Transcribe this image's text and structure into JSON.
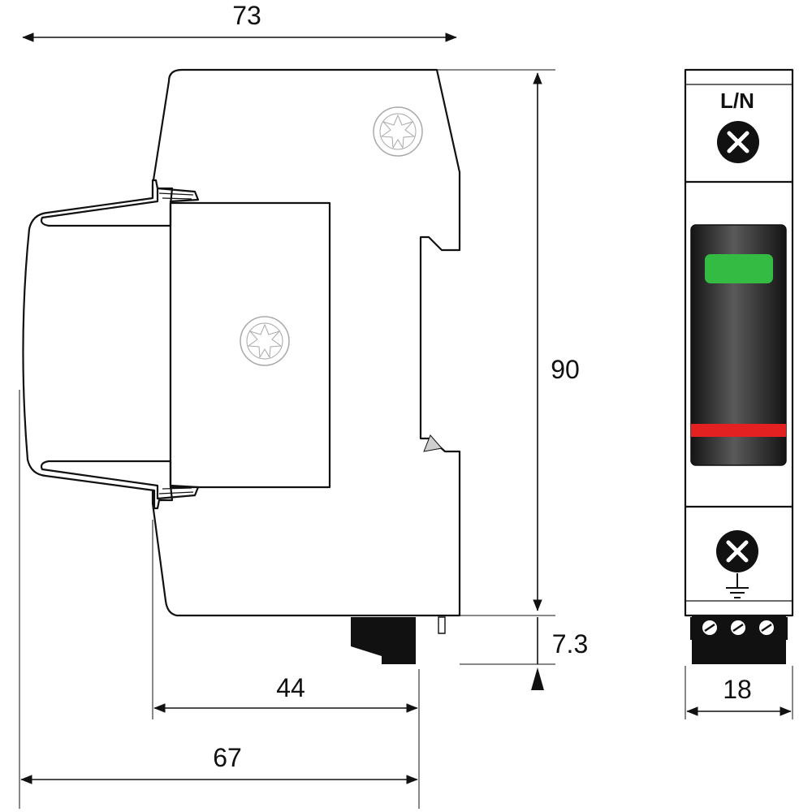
{
  "dimensions": {
    "top_width": "73",
    "height": "90",
    "terminal_height": "7.3",
    "mount_depth": "44",
    "total_depth": "67",
    "module_width": "18"
  },
  "front_view": {
    "terminal_label": "L/N",
    "indicator_color": "#33bb44",
    "stripe_color": "#e42121",
    "window_color": "#1c1c1c"
  }
}
